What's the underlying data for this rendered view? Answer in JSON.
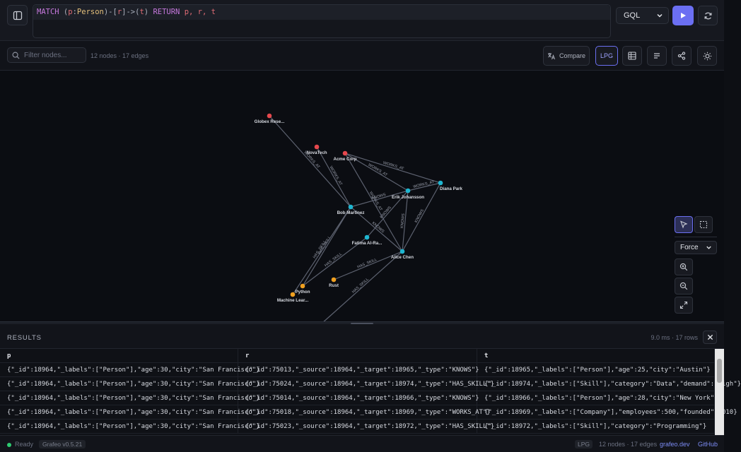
{
  "query": {
    "text_parts": [
      {
        "t": "MATCH",
        "c": "kw"
      },
      {
        "t": " (",
        "c": "pun"
      },
      {
        "t": "p",
        "c": "var"
      },
      {
        "t": ":",
        "c": "pun"
      },
      {
        "t": "Person",
        "c": "lbl"
      },
      {
        "t": ")-[",
        "c": "pun"
      },
      {
        "t": "r",
        "c": "var"
      },
      {
        "t": "]->(",
        "c": "pun"
      },
      {
        "t": "t",
        "c": "var"
      },
      {
        "t": ") ",
        "c": "pun"
      },
      {
        "t": "RETURN",
        "c": "kw"
      },
      {
        "t": " p, r, t",
        "c": "var"
      }
    ],
    "language": "GQL"
  },
  "toolbar": {
    "filter_placeholder": "Filter nodes...",
    "counts": "12 nodes · 17 edges",
    "compare_label": "Compare",
    "lpg_label": "LPG"
  },
  "graph": {
    "nodes": [
      {
        "id": "globex",
        "label": "Globex Rese...",
        "type": "company"
      },
      {
        "id": "novatech",
        "label": "NovaTech",
        "type": "company"
      },
      {
        "id": "acme",
        "label": "Acme Corp",
        "type": "company"
      },
      {
        "id": "diana",
        "label": "Diana Park",
        "type": "person"
      },
      {
        "id": "erik",
        "label": "Erik Johansson",
        "type": "person"
      },
      {
        "id": "bob",
        "label": "Bob Martinez",
        "type": "person"
      },
      {
        "id": "fatima",
        "label": "Fatima Al-Ra...",
        "type": "person"
      },
      {
        "id": "alice",
        "label": "Alice Chen",
        "type": "person"
      },
      {
        "id": "rust",
        "label": "Rust",
        "type": "skill"
      },
      {
        "id": "python",
        "label": "Python",
        "type": "skill"
      },
      {
        "id": "ml",
        "label": "Machine Lear...",
        "type": "skill"
      }
    ],
    "edges": [
      {
        "s": "globex",
        "t": "bob",
        "label": "WORKS_AT"
      },
      {
        "s": "novatech",
        "t": "bob",
        "label": "WORKS_AT"
      },
      {
        "s": "acme",
        "t": "diana",
        "label": "WORKS_AT"
      },
      {
        "s": "acme",
        "t": "erik",
        "label": "WORKS_AT"
      },
      {
        "s": "acme",
        "t": "alice",
        "label": "WORKS_AT"
      },
      {
        "s": "bob",
        "t": "erik",
        "label": "KNOWS"
      },
      {
        "s": "bob",
        "t": "alice",
        "label": "KNOWS"
      },
      {
        "s": "erik",
        "t": "alice",
        "label": "KNOWS"
      },
      {
        "s": "erik",
        "t": "fatima",
        "label": "KNOWS"
      },
      {
        "s": "diana",
        "t": "alice",
        "label": "KNOWS"
      },
      {
        "s": "diana",
        "t": "erik",
        "label": "WORKS_AT"
      },
      {
        "s": "bob",
        "t": "python",
        "label": "HAS_SKILL"
      },
      {
        "s": "bob",
        "t": "ml",
        "label": "HAS_SKILL"
      },
      {
        "s": "fatima",
        "t": "python",
        "label": "HAS_SKILL"
      },
      {
        "s": "alice",
        "t": "rust",
        "label": "HAS_SKILL"
      },
      {
        "s": "alice",
        "t": "offscreen",
        "label": "HAS_SKILL"
      }
    ],
    "colors": {
      "company": "#e5484d",
      "person": "#1fb6d0",
      "skill": "#f0a020",
      "edge": "#5d6270",
      "label": "#d7dae1",
      "edge_label": "#9ba0ad"
    },
    "layout": "Force"
  },
  "results": {
    "title": "RESULTS",
    "meta": "9.0 ms · 17 rows",
    "columns": [
      "p",
      "r",
      "t"
    ],
    "rows": [
      [
        "{\"_id\":18964,\"_labels\":[\"Person\"],\"age\":30,\"city\":\"San Francisco\"}",
        "{\"_id\":75013,\"_source\":18964,\"_target\":18965,\"_type\":\"KNOWS\"}",
        "{\"_id\":18965,\"_labels\":[\"Person\"],\"age\":25,\"city\":\"Austin\"}"
      ],
      [
        "{\"_id\":18964,\"_labels\":[\"Person\"],\"age\":30,\"city\":\"San Francisco\"}",
        "{\"_id\":75024,\"_source\":18964,\"_target\":18974,\"_type\":\"HAS_SKILL\"}",
        "{\"_id\":18974,\"_labels\":[\"Skill\"],\"category\":\"Data\",\"demand\":\"high\"}"
      ],
      [
        "{\"_id\":18964,\"_labels\":[\"Person\"],\"age\":30,\"city\":\"San Francisco\"}",
        "{\"_id\":75014,\"_source\":18964,\"_target\":18966,\"_type\":\"KNOWS\"}",
        "{\"_id\":18966,\"_labels\":[\"Person\"],\"age\":28,\"city\":\"New York\"}"
      ],
      [
        "{\"_id\":18964,\"_labels\":[\"Person\"],\"age\":30,\"city\":\"San Francisco\"}",
        "{\"_id\":75018,\"_source\":18964,\"_target\":18969,\"_type\":\"WORKS_AT\"}",
        "{\"_id\":18969,\"_labels\":[\"Company\"],\"employees\":500,\"founded\":2010}"
      ],
      [
        "{\"_id\":18964,\"_labels\":[\"Person\"],\"age\":30,\"city\":\"San Francisco\"}",
        "{\"_id\":75023,\"_source\":18964,\"_target\":18972,\"_type\":\"HAS_SKILL\"}",
        "{\"_id\":18972,\"_labels\":[\"Skill\"],\"category\":\"Programming\"}"
      ]
    ]
  },
  "status": {
    "state": "Ready",
    "version": "Grafeo v0.5.21",
    "model": "LPG",
    "counts": "12 nodes · 17 edges",
    "site_link": "grafeo.dev",
    "github_link": "GitHub"
  }
}
